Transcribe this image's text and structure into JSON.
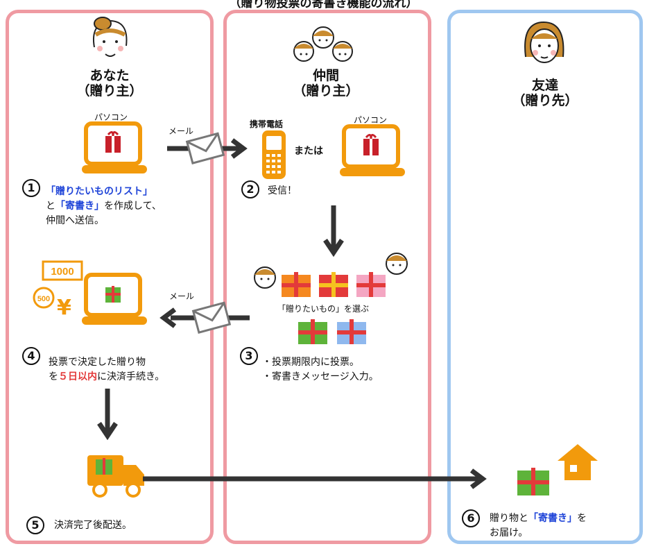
{
  "title": "（贈り物投票の寄書き機能の流れ）",
  "columns": {
    "you": {
      "name": "あなた",
      "role": "（贈り主）"
    },
    "companions": {
      "name": "仲間",
      "role": "（贈り主）"
    },
    "friend": {
      "name": "友達",
      "role": "（贈り先）"
    }
  },
  "labels": {
    "pc1": "パソコン",
    "mail1": "メール",
    "phone": "携帯電話",
    "or": "または",
    "pc2": "パソコン",
    "mail2": "メール",
    "choose": "「贈りたいもの」を選ぶ",
    "bill_1000": "1000",
    "coin_500": "500",
    "yen": "¥"
  },
  "steps": {
    "s1": {
      "num": "1",
      "q1": "「贈りたいものリスト」",
      "l2a": "と",
      "q2": "「寄書き」",
      "l2b": "を作成して、",
      "l3": "仲間へ送信。"
    },
    "s2": {
      "num": "2",
      "text": "受信！"
    },
    "s3": {
      "num": "3",
      "l1": "・投票期限内に投票。",
      "l2": "・寄書きメッセージ入力。"
    },
    "s4": {
      "num": "4",
      "l1": "投票で決定した贈り物",
      "l2a": "を",
      "red": "５日以内",
      "l2b": "に決済手続き。"
    },
    "s5": {
      "num": "5",
      "text": "決済完了後配送。"
    },
    "s6": {
      "num": "6",
      "l1a": "贈り物と",
      "q": "「寄書き」",
      "l1b": "を",
      "l2": "お届け。"
    }
  }
}
